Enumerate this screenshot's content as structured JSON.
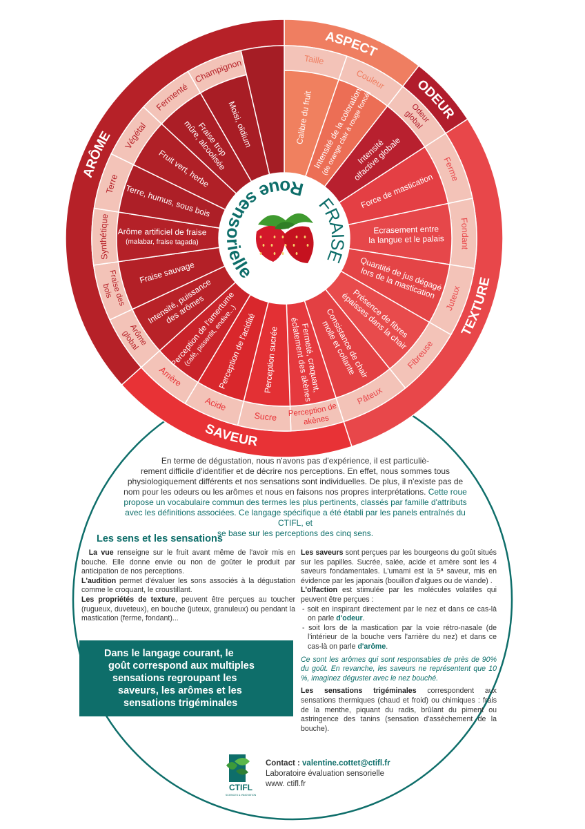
{
  "wheel": {
    "title_main": "Roue sensorielle",
    "title_product": "FRAISE",
    "families": [
      {
        "name": "ASPECT",
        "color": "#ef7e61",
        "start": 0,
        "end": 38
      },
      {
        "name": "ODEUR",
        "color": "#b11d2c",
        "start": 38,
        "end": 57
      },
      {
        "name": "TEXTURE",
        "color": "#e8474a",
        "start": 57,
        "end": 162
      },
      {
        "name": "SAVEUR",
        "color": "#e83236",
        "start": 162,
        "end": 228
      },
      {
        "name": "ARÔME",
        "color": "#b62128",
        "start": 228,
        "end": 360
      }
    ],
    "sectors": [
      {
        "attr": "Taille",
        "def": [
          "Calibre du fruit"
        ],
        "family": "ASPECT",
        "start": 0,
        "end": 19
      },
      {
        "attr": "Couleur",
        "def": [
          "Intensité de la coloration",
          "(de orange clair à rouge foncé)"
        ],
        "family": "ASPECT",
        "start": 19,
        "end": 38
      },
      {
        "attr": "Odeur global",
        "def": [
          "Intensité",
          "olfactive globale"
        ],
        "family": "ODEUR",
        "start": 38,
        "end": 57
      },
      {
        "attr": "Ferme",
        "def": [
          "Force de mastication"
        ],
        "family": "TEXTURE",
        "start": 57,
        "end": 78
      },
      {
        "attr": "Fondant",
        "def": [
          "Ecrasement entre",
          "la langue et le palais"
        ],
        "family": "TEXTURE",
        "start": 78,
        "end": 99
      },
      {
        "attr": "Juteux",
        "def": [
          "Quantité de jus dégagé",
          "lors de la mastication"
        ],
        "family": "TEXTURE",
        "start": 99,
        "end": 120
      },
      {
        "attr": "Fibreuse",
        "def": [
          "Présence de fibres",
          "épaisses dans la chair"
        ],
        "family": "TEXTURE",
        "start": 120,
        "end": 141
      },
      {
        "attr": "Pâteux",
        "def": [
          "Consistance de chair",
          "molle et collante"
        ],
        "family": "TEXTURE",
        "start": 141,
        "end": 162
      },
      {
        "attr": "Perception des akènes",
        "def": [
          "Fermeté, craquant,",
          "éclatement des akènes"
        ],
        "family": "SAVEUR",
        "start": 162,
        "end": 178
      },
      {
        "attr": "Sucre",
        "def": [
          "Perception sucrée"
        ],
        "family": "SAVEUR",
        "start": 178,
        "end": 194
      },
      {
        "attr": "Acide",
        "def": [
          "Perception de l'acidité"
        ],
        "family": "SAVEUR",
        "start": 194,
        "end": 211
      },
      {
        "attr": "Amère",
        "def": [
          "Perception de l'amertume",
          "(café, pissenlit, endive...)"
        ],
        "family": "SAVEUR",
        "start": 211,
        "end": 228
      },
      {
        "attr": "Arôme global",
        "def": [
          "Intensité, puissance",
          "des arômes"
        ],
        "family": "ARÔME",
        "start": 228,
        "end": 245
      },
      {
        "attr": "Fraise des bois",
        "def": [
          "Fraise sauvage"
        ],
        "family": "ARÔME",
        "start": 245,
        "end": 262
      },
      {
        "attr": "Synthétique",
        "def": [
          "Arôme artificiel de fraise",
          "(malabar, fraise tagada)"
        ],
        "family": "ARÔME",
        "start": 262,
        "end": 279
      },
      {
        "attr": "Terre",
        "def": [
          "Terre, humus, sous bois"
        ],
        "family": "ARÔME",
        "start": 279,
        "end": 296
      },
      {
        "attr": "Végétal",
        "def": [
          "Fruit vert, herbe"
        ],
        "family": "ARÔME",
        "start": 296,
        "end": 313
      },
      {
        "attr": "Fermenté",
        "def": [
          "Fraise trop",
          "mûre, alcoolisée"
        ],
        "family": "ARÔME",
        "start": 313,
        "end": 330
      },
      {
        "attr": "Champignon",
        "def": [
          "Moisi, oïdium"
        ],
        "family": "ARÔME",
        "start": 330,
        "end": 347
      }
    ]
  },
  "intro": {
    "line1": "En terme de dégustation, nous n'avons pas d'expérience, il est particuliè-",
    "line2": "rement difficile d'identifier et de décrire nos perceptions. En effet, nous sommes tous",
    "line3": "physiologiquement différents et nos sensations sont individuelles. De plus, il n'existe pas de",
    "line4": "nom pour les odeurs ou les arômes et nous en faisons nos propres interprétations.",
    "teal1": "Cette roue",
    "teal2": "propose un vocabulaire commun des termes les plus pertinents, classés par famille d'attributs",
    "teal3": "avec les définitions associées. Ce langage spécifique a été établi par les panels entraînés du CTIFL, et",
    "teal4": "se base sur les perceptions des cinq sens."
  },
  "senses": {
    "title": "Les sens et les sensations",
    "vue_b": "La vue",
    "vue_t": " renseigne sur le fruit avant même de l'avoir mis en bouche. Elle donne envie ou non de goûter le produit par anticipation de nos perceptions.",
    "audition_b": "L'audition",
    "audition_t": " permet d'évaluer les sons associés à la dégustation comme le croquant, le croustillant.",
    "texture_b": "Les propriétés de texture",
    "texture_t": ", peuvent être perçues au toucher (rugueux, duveteux), en bouche (juteux, granuleux) ou pendant la mastication (ferme, fondant)...",
    "saveurs_b": "Les saveurs",
    "saveurs_t": " sont perçues par les bourgeons du goût situés sur les papilles. Sucrée, salée, acide et amère sont les 4 saveurs fondamentales. L'umami est la 5ª saveur, mis en évidence par les japonais (bouillon d'algues ou de viande) .",
    "olfaction_b": "L'olfaction",
    "olfaction_t": " est stimulée par les molécules volatiles qui peuvent être perçues :",
    "bullet1": "- soit en inspirant directement par le nez et dans ce cas-là on parle ",
    "bullet1_term": "d'odeur",
    "bullet2": "- soit lors de la mastication par la voie rétro-nasale (de l'intérieur de la bouche vers l'arrière du nez) et dans ce cas-là on parle ",
    "bullet2_term": "d'arôme",
    "italic": "Ce sont les arômes qui sont responsables de près de 90% du goût. En revanche, les saveurs ne représentent que 10 %, imaginez déguster avec le nez bouché.",
    "trig_b": "Les sensations trigéminales",
    "trig_t": " correspondent aux sensations thermiques (chaud et froid) ou chimiques : frais de la menthe, piquant du radis, brûlant du piment ou astringence des tanins (sensation d'assèchement de la bouche)."
  },
  "callout": {
    "l1": "Dans le langage courant, le",
    "l2": "goût correspond aux multiples",
    "l3": "sensations regroupant les",
    "l4": "saveurs, les arômes et les",
    "l5": "sensations trigéminales"
  },
  "contact": {
    "label": "Contact : ",
    "email": "valentine.cottet@ctifl.fr",
    "lab": "Laboratoire évaluation sensorielle",
    "web": "www. ctifl.fr",
    "logo_text": "CTIFL",
    "logo_sub": "SCIENCES & INNOVATION"
  },
  "colors": {
    "teal": "#0e6e6a",
    "ring_light": "#f3c2b8",
    "arome": "#b62128"
  }
}
